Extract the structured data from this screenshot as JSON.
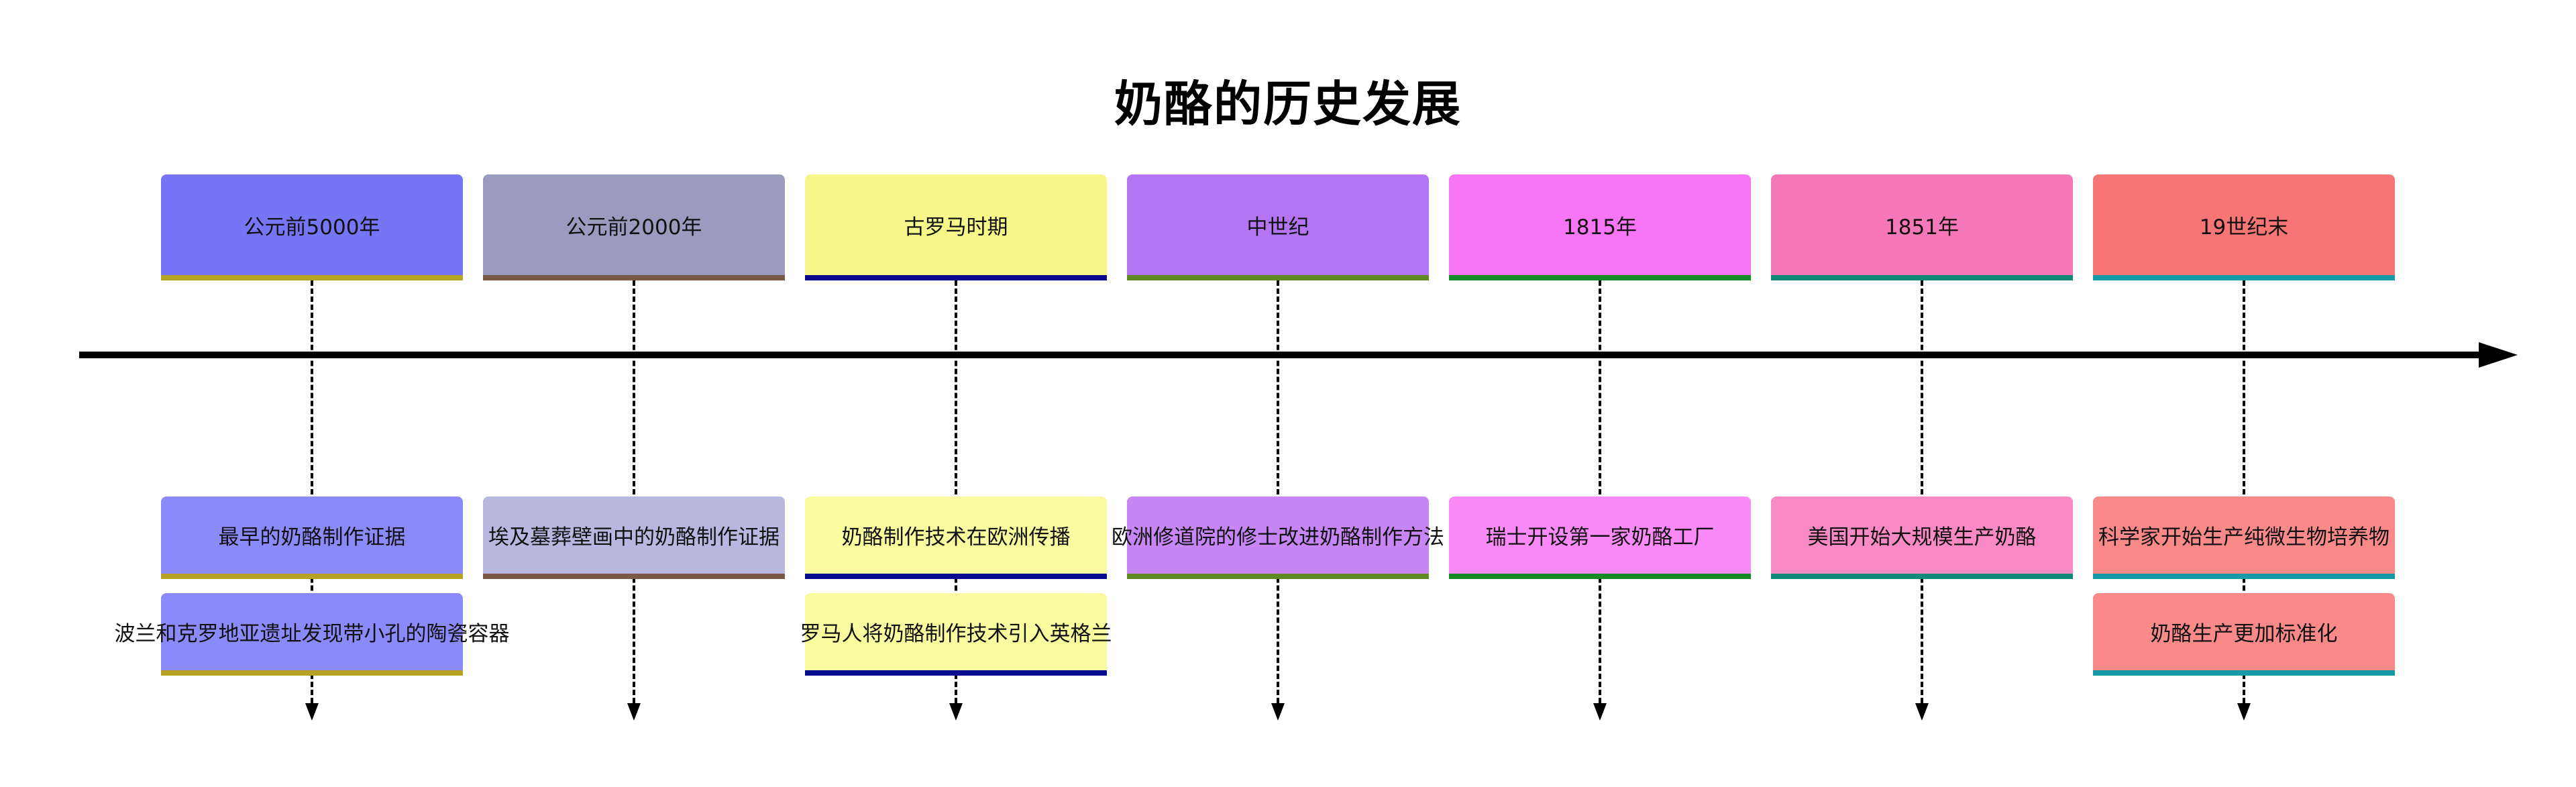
{
  "title": "奶酪的历史发展",
  "timeline": [
    {
      "period": "公元前5000年",
      "color": "#7575F5",
      "event_color": "#8A8AFA",
      "underline": "#B5A321",
      "events": [
        "最早的奶酪制作证据",
        "波兰和克罗地亚遗址发现带小孔的陶瓷容器"
      ]
    },
    {
      "period": "公元前2000年",
      "color": "#9B9BC0",
      "event_color": "#B7B7E0",
      "underline": "#7A5A46",
      "events": [
        "埃及墓葬壁画中的奶酪制作证据"
      ]
    },
    {
      "period": "古罗马时期",
      "color": "#F7F78A",
      "event_color": "#FAFA9E",
      "underline": "#0A0A8C",
      "events": [
        "奶酪制作技术在欧洲传播",
        "罗马人将奶酪制作技术引入英格兰"
      ]
    },
    {
      "period": "中世纪",
      "color": "#B475F5",
      "event_color": "#C686F5",
      "underline": "#5E8A23",
      "events": [
        "欧洲修道院的修士改进奶酪制作方法"
      ]
    },
    {
      "period": "1815年",
      "color": "#F875F5",
      "event_color": "#FA8AF8",
      "underline": "#168A24",
      "events": [
        "瑞士开设第一家奶酪工厂"
      ]
    },
    {
      "period": "1851年",
      "color": "#F778B8",
      "event_color": "#FA8AC6",
      "underline": "#11897A",
      "events": [
        "美国开始大规模生产奶酪"
      ]
    },
    {
      "period": "19世纪末",
      "color": "#F77575",
      "event_color": "#FA8A8A",
      "underline": "#159BA6",
      "events": [
        "科学家开始生产纯微生物培养物",
        "奶酪生产更加标准化"
      ]
    }
  ]
}
